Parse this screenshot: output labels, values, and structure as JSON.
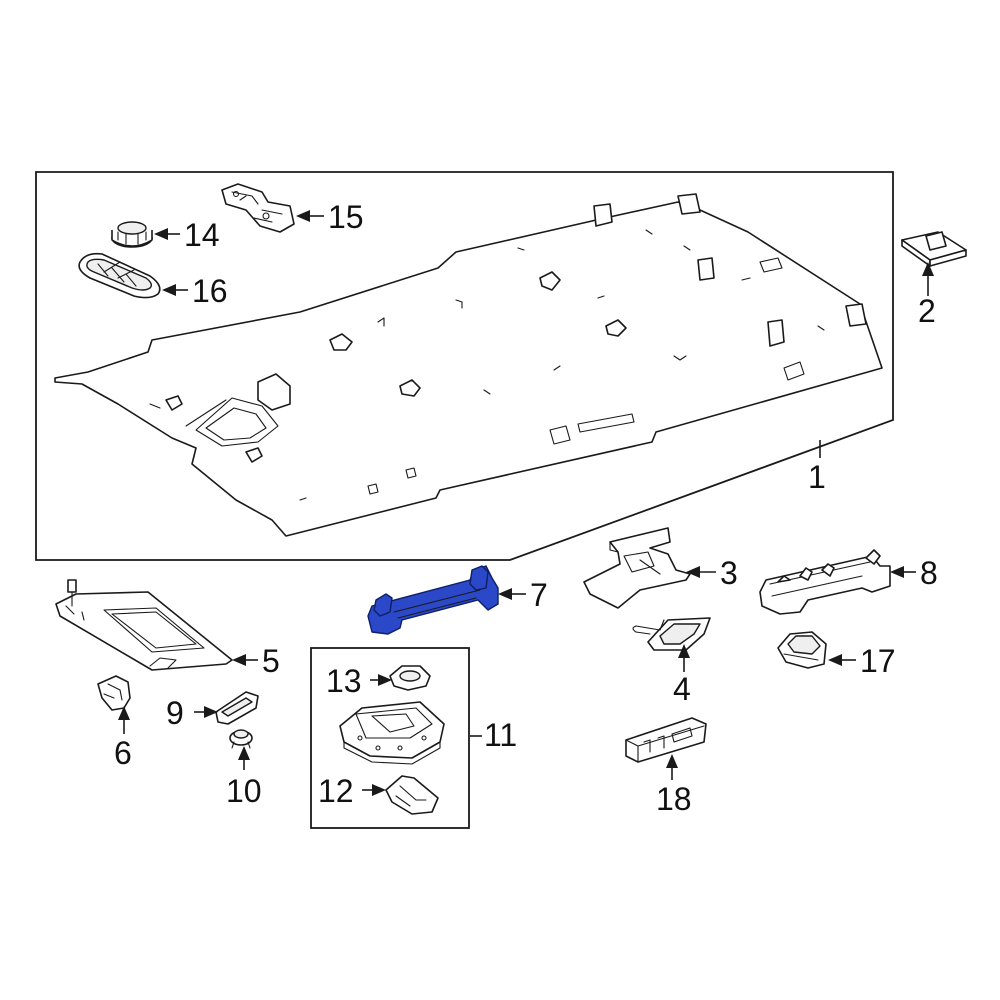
{
  "diagram": {
    "highlight_color": "#2a48c8",
    "line_color": "#1a1a1a",
    "callouts": {
      "c1": "1",
      "c2": "2",
      "c3": "3",
      "c4": "4",
      "c5": "5",
      "c6": "6",
      "c7": "7",
      "c8": "8",
      "c9": "9",
      "c10": "10",
      "c11": "11",
      "c12": "12",
      "c13": "13",
      "c14": "14",
      "c15": "15",
      "c16": "16",
      "c17": "17",
      "c18": "18"
    },
    "highlighted_part": "7"
  }
}
